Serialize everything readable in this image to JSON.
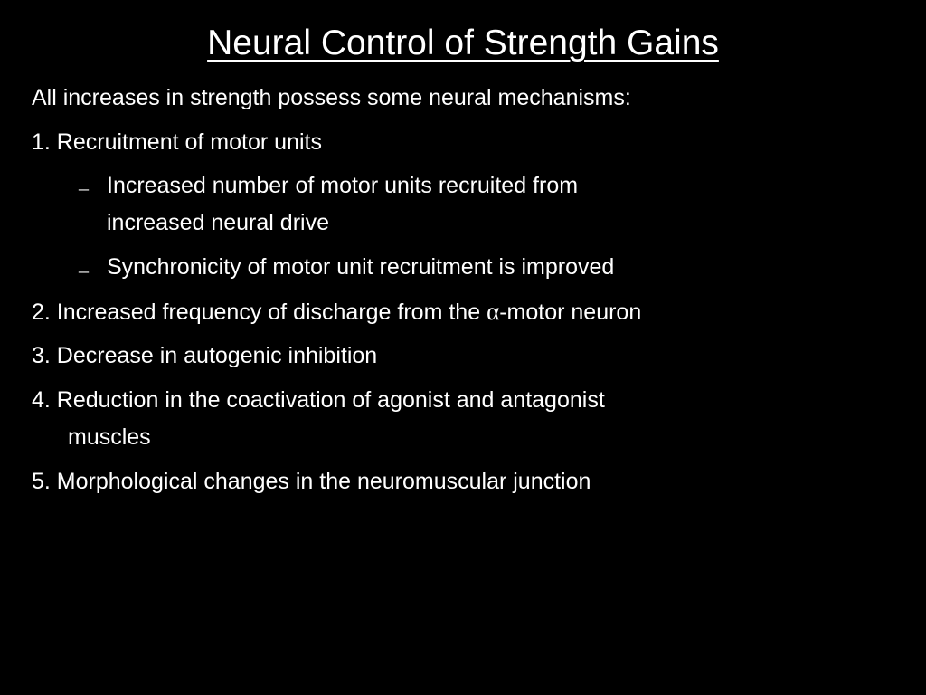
{
  "slide": {
    "title": "Neural Control of Strength Gains",
    "intro": "All increases in strength possess some neural mechanisms:",
    "items": [
      {
        "text": "1. Recruitment of motor units"
      },
      {
        "bullet": "–",
        "text_line1": "Increased number of motor units recruited from",
        "text_line2": "increased neural drive"
      },
      {
        "bullet": "–",
        "text": "Synchronicity of motor unit recruitment is improved"
      },
      {
        "text_before": "2. Increased frequency of discharge from the ",
        "symbol": "α",
        "text_after": "-motor neuron"
      },
      {
        "text": "3. Decrease in autogenic inhibition"
      },
      {
        "text_line1": "4. Reduction in the coactivation of agonist and antagonist",
        "text_line2": "muscles"
      },
      {
        "text": "5. Morphological changes in the neuromuscular junction"
      }
    ]
  },
  "colors": {
    "background": "#000000",
    "text": "#ffffff"
  }
}
